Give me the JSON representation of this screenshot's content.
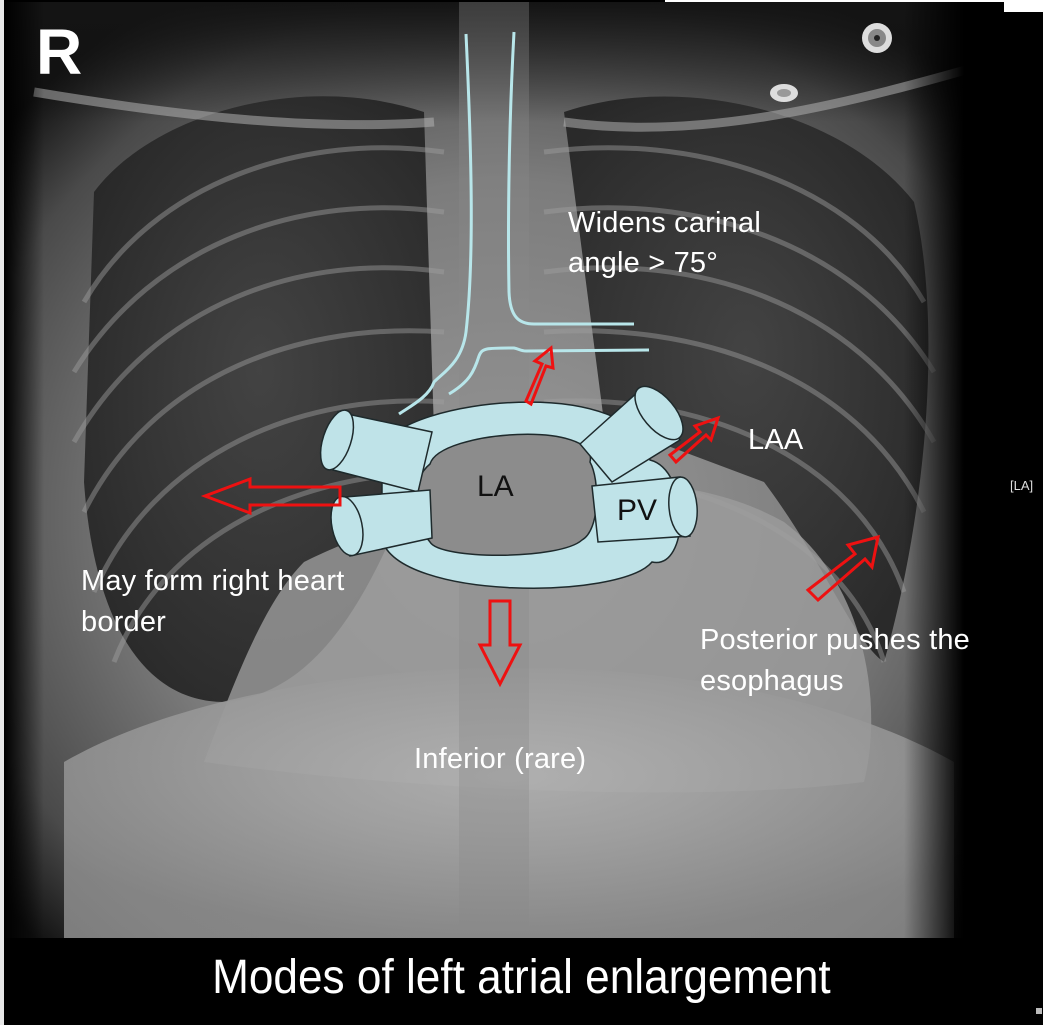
{
  "figure": {
    "caption": "Modes of left atrial enlargement",
    "side_marker": "R",
    "side_label_right": "[LA]"
  },
  "diagram": {
    "center_label": "LA",
    "vein_label": "PV",
    "annotations": {
      "superior": "Widens carinal\nangle > 75°",
      "superior_line1": "Widens carinal",
      "superior_line2": "angle > 75°",
      "appendage": "LAA",
      "rightward_line1": "May form right heart",
      "rightward_line2": "border",
      "posterior_line1": "Posterior pushes the",
      "posterior_line2": "esophagus",
      "inferior": "Inferior (rare)"
    },
    "colors": {
      "atrium_fill": "#bfe3e8",
      "atrium_stroke": "#1e2a2c",
      "airway_line": "#b8e6ea",
      "arrow": "#ee1111",
      "text": "#ffffff",
      "background": "#000000"
    },
    "carinal_angle_threshold_degrees": 75
  }
}
